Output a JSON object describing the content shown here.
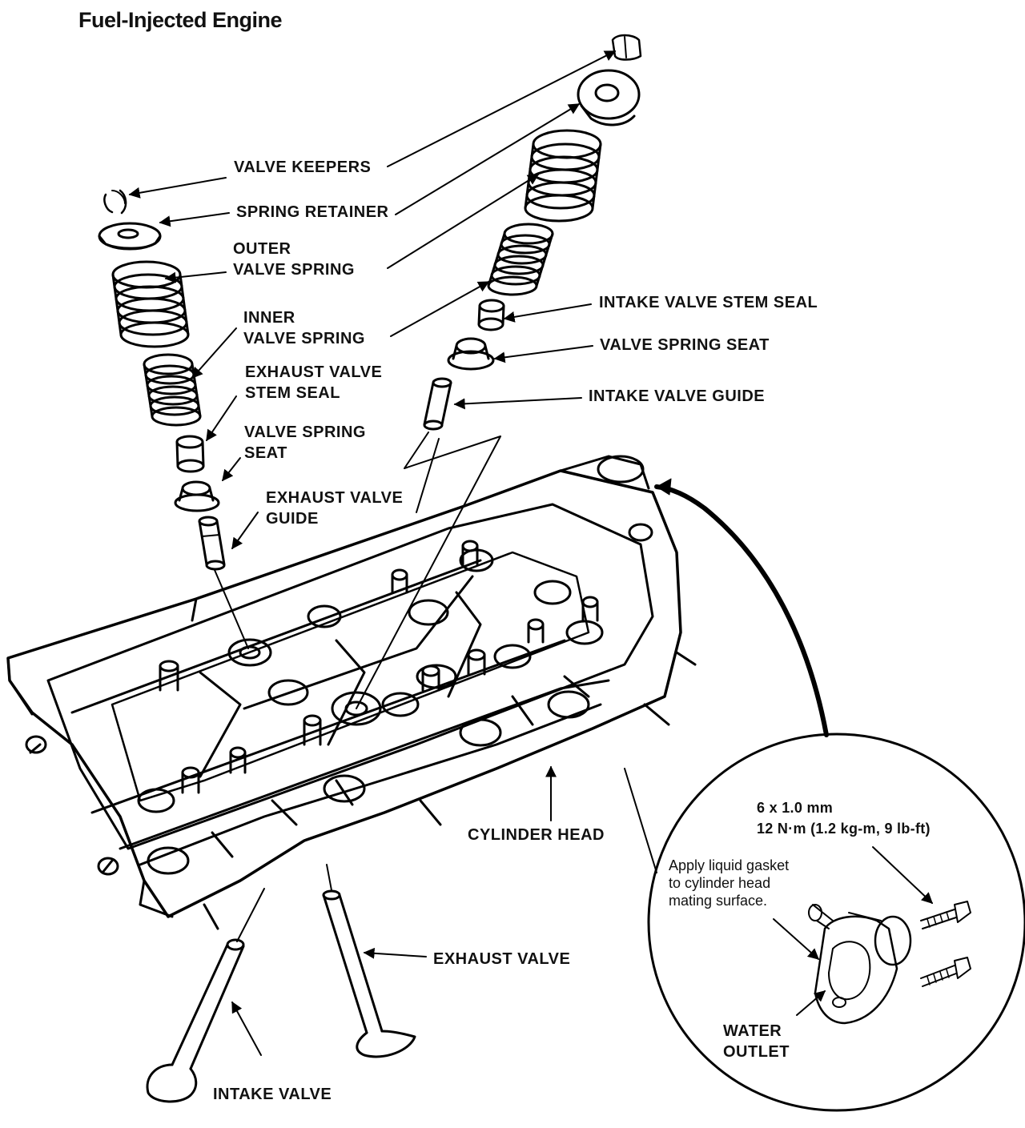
{
  "title": "Fuel-Injected Engine",
  "labels": {
    "valve_keepers": "VALVE KEEPERS",
    "spring_retainer": "SPRING RETAINER",
    "outer_valve_spring": [
      "OUTER",
      "VALVE SPRING"
    ],
    "inner_valve_spring": [
      "INNER",
      "VALVE SPRING"
    ],
    "exhaust_valve_stem_seal": [
      "EXHAUST VALVE",
      "STEM SEAL"
    ],
    "exhaust_valve_spring_seat": [
      "VALVE SPRING",
      "SEAT"
    ],
    "exhaust_valve_guide": [
      "EXHAUST VALVE",
      "GUIDE"
    ],
    "intake_valve_stem_seal": "INTAKE VALVE STEM SEAL",
    "intake_valve_spring_seat": "VALVE SPRING SEAT",
    "intake_valve_guide": "INTAKE VALVE GUIDE",
    "cylinder_head": "CYLINDER HEAD",
    "exhaust_valve": "EXHAUST VALVE",
    "intake_valve": "INTAKE VALVE",
    "water_outlet": [
      "WATER",
      "OUTLET"
    ]
  },
  "detail": {
    "bolt_size": "6 x 1.0 mm",
    "torque": "12 N·m (1.2 kg-m, 9 lb-ft)",
    "note": [
      "Apply liquid gasket",
      "to cylinder head",
      "mating surface."
    ]
  }
}
